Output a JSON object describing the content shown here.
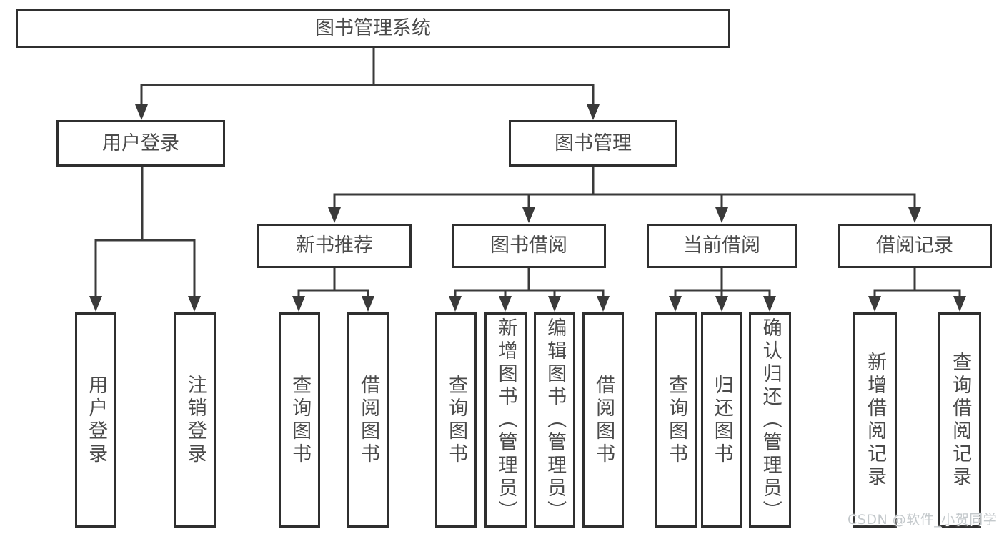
{
  "diagram_title": "图书管理系统",
  "tree": {
    "root": {
      "label": "图书管理系统"
    },
    "branches": [
      {
        "label": "用户登录",
        "children": [
          {
            "label": "用户登录"
          },
          {
            "label": "注销登录"
          }
        ]
      },
      {
        "label": "图书管理",
        "children": [
          {
            "label": "新书推荐",
            "children": [
              {
                "label": "查询图书"
              },
              {
                "label": "借阅图书"
              }
            ]
          },
          {
            "label": "图书借阅",
            "children": [
              {
                "label": "查询图书"
              },
              {
                "label": "新增图书（管理员）"
              },
              {
                "label": "编辑图书（管理员）"
              },
              {
                "label": "借阅图书"
              }
            ]
          },
          {
            "label": "当前借阅",
            "children": [
              {
                "label": "查询图书"
              },
              {
                "label": "归还图书"
              },
              {
                "label": "确认归还（管理员）"
              }
            ]
          },
          {
            "label": "借阅记录",
            "children": [
              {
                "label": "新增借阅记录"
              },
              {
                "label": "查询借阅记录"
              }
            ]
          }
        ]
      }
    ]
  },
  "watermark": "CSDN @软件_小贺同学",
  "colors": {
    "border": "#2f2f2f",
    "line": "#3a3a3a",
    "text": "#4a4a4a",
    "watermark": "#c4c9cc",
    "background": "#ffffff"
  }
}
